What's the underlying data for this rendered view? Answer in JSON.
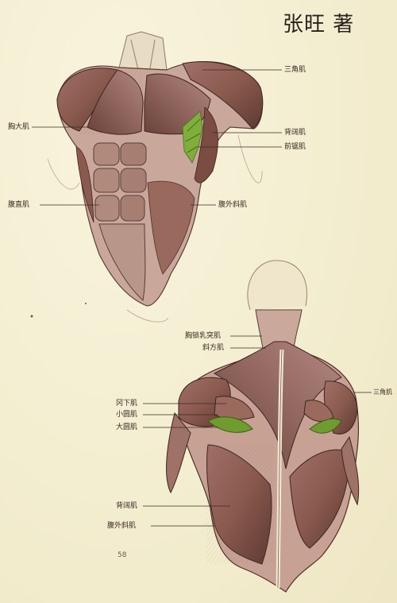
{
  "author": "张旺 著",
  "page_number": "58",
  "front_labels": [
    {
      "key": "deltoid",
      "text": "三角肌"
    },
    {
      "key": "pectoralis",
      "text": "胸大肌"
    },
    {
      "key": "latissimus",
      "text": "背阔肌"
    },
    {
      "key": "serratus",
      "text": "前锯肌"
    },
    {
      "key": "rectus",
      "text": "腹直肌"
    },
    {
      "key": "oblique",
      "text": "腹外斜肌"
    }
  ],
  "back_labels": [
    {
      "key": "sternocleido",
      "text": "胸锁乳突肌"
    },
    {
      "key": "trapezius",
      "text": "斜方肌"
    },
    {
      "key": "deltoid",
      "text": "三角肌"
    },
    {
      "key": "infraspinatus",
      "text": "冈下肌"
    },
    {
      "key": "teres_minor",
      "text": "小圆肌"
    },
    {
      "key": "teres_major",
      "text": "大圆肌"
    },
    {
      "key": "latissimus",
      "text": "背阔肌"
    },
    {
      "key": "oblique",
      "text": "腹外斜肌"
    }
  ],
  "colors": {
    "paper": "#f6f1d6",
    "muscle": "#8a5a4e",
    "muscle_dark": "#4f2f2a",
    "highlight": "#7fae3a"
  }
}
